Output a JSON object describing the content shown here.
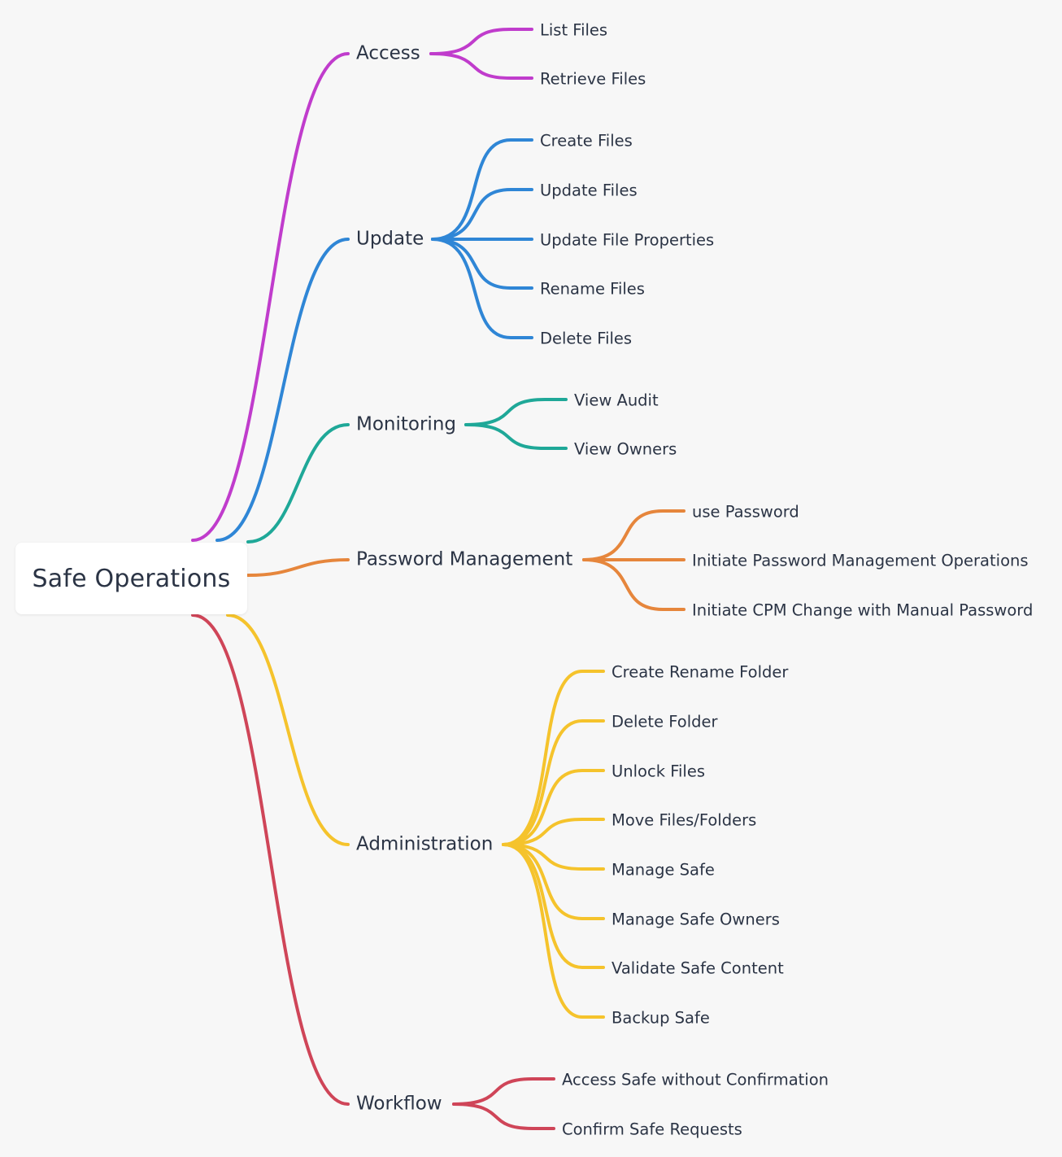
{
  "root": {
    "label": "Safe Operations"
  },
  "branches": [
    {
      "label": "Access",
      "color": "#c03ccc",
      "children": [
        "List Files",
        "Retrieve Files"
      ]
    },
    {
      "label": "Update",
      "color": "#2f86d6",
      "children": [
        "Create Files",
        "Update Files",
        "Update File Properties",
        "Rename Files",
        "Delete Files"
      ]
    },
    {
      "label": "Monitoring",
      "color": "#1fa898",
      "children": [
        "View Audit",
        "View Owners"
      ]
    },
    {
      "label": "Password Management",
      "color": "#e6863c",
      "children": [
        "use Password",
        "Initiate Password Management Operations",
        "Initiate CPM Change with Manual Password"
      ]
    },
    {
      "label": "Administration",
      "color": "#f5c32c",
      "children": [
        "Create Rename Folder",
        "Delete Folder",
        "Unlock Files",
        "Move Files/Folders",
        "Manage Safe",
        "Manage Safe Owners",
        "Validate Safe Content",
        "Backup Safe"
      ]
    },
    {
      "label": "Workflow",
      "color": "#cf4558",
      "children": [
        "Access Safe without Confirmation",
        "Confirm Safe Requests"
      ]
    }
  ]
}
